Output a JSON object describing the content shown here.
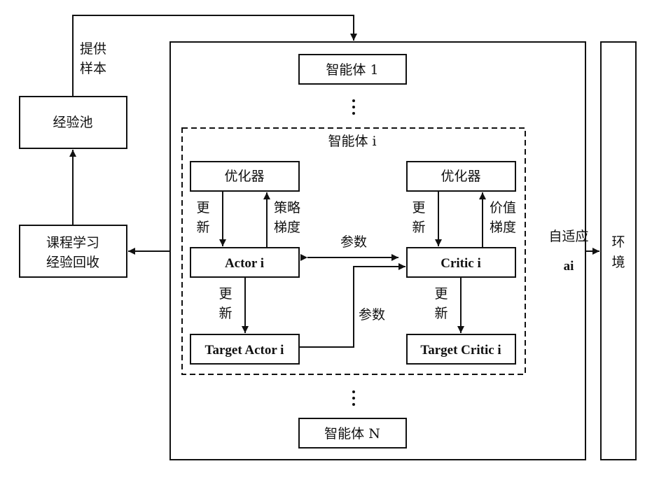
{
  "boxes": {
    "experience_pool": "经验池",
    "curriculum_line1": "课程学习",
    "curriculum_line2": "经验回收",
    "agent_1": "智能体 1",
    "agent_i": "智能体 i",
    "agent_n": "智能体 N",
    "optimizer_actor": "优化器",
    "optimizer_critic": "优化器",
    "actor": "Actor i",
    "critic": "Critic i",
    "target_actor": "Target Actor i",
    "target_critic": "Target Critic i",
    "env_line1": "环",
    "env_line2": "境"
  },
  "edge_labels": {
    "provide_line1": "提供",
    "provide_line2": "样本",
    "update_a_line1": "更",
    "update_a_line2": "新",
    "policy_grad_line1": "策略",
    "policy_grad_line2": "梯度",
    "update_c_line1": "更",
    "update_c_line2": "新",
    "value_grad_line1": "价值",
    "value_grad_line2": "梯度",
    "params_top": "参数",
    "update_ta_line1": "更",
    "update_ta_line2": "新",
    "params_bottom": "参数",
    "update_tc_line1": "更",
    "update_tc_line2": "新",
    "adaptive": "自适应",
    "action": "ai"
  }
}
